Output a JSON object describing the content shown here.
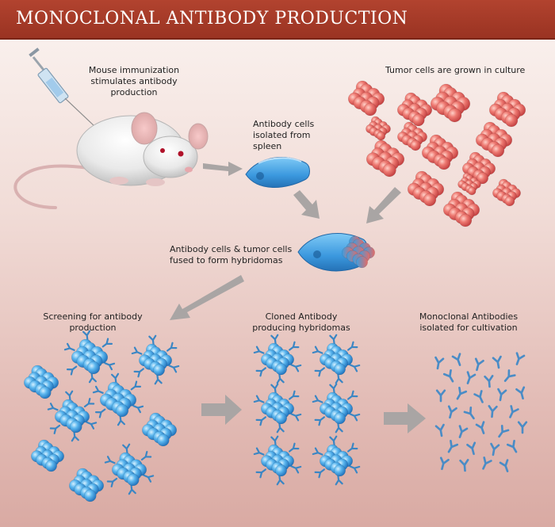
{
  "title": "MONOCLONAL ANTIBODY PRODUCTION",
  "steps": {
    "mouse": "Mouse immunization stimulates antibody production",
    "spleen": "Antibody cells isolated from spleen",
    "tumor": "Tumor cells are grown in culture",
    "fusion": "Antibody cells & tumor cells fused to form hybridomas",
    "screening": "Screening for antibody production",
    "cloned": "Cloned Antibody producing hybridomas",
    "isolated": "Monoclonal Antibodies isolated for cultivation"
  },
  "colors": {
    "header": "#a63a28",
    "tumor_cell": "#e46b68",
    "antibody_cell": "#3d9ee0",
    "arrow": "#a9a5a4"
  }
}
